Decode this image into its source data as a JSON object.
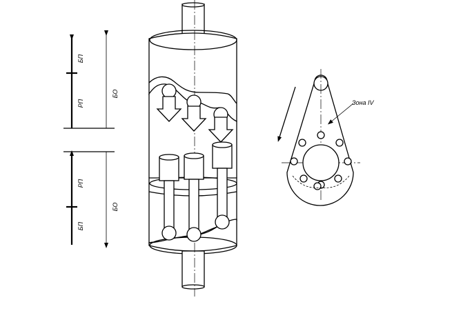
{
  "left_scale": {
    "top_upper": "БП",
    "top_lower": "РП",
    "top_full": "БО",
    "bottom_upper": "РП",
    "bottom_lower": "БП",
    "bottom_full": "БО"
  },
  "right_view": {
    "zone_label": "Зона IV"
  }
}
